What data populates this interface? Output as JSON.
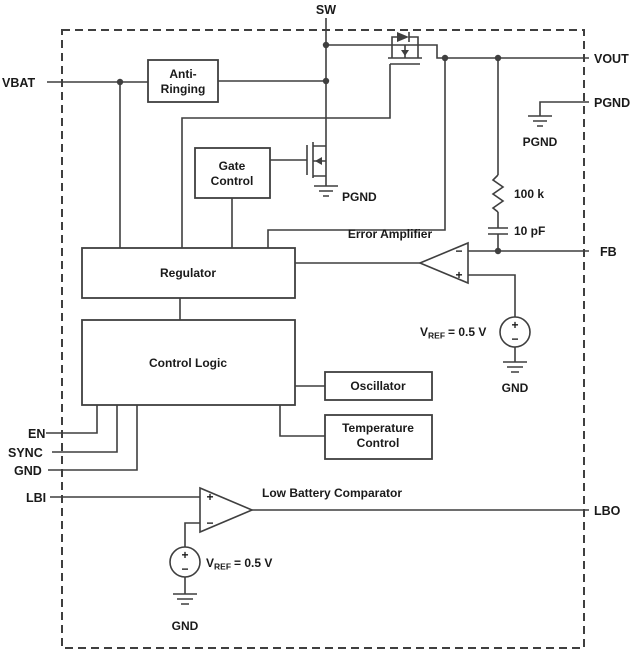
{
  "pins": {
    "sw": "SW",
    "vbat": "VBAT",
    "en": "EN",
    "sync": "SYNC",
    "gnd": "GND",
    "lbi": "LBI",
    "vout": "VOUT",
    "pgnd": "PGND",
    "fb": "FB",
    "lbo": "LBO"
  },
  "blocks": {
    "anti_ringing_l1": "Anti-",
    "anti_ringing_l2": "Ringing",
    "gate_control_l1": "Gate",
    "gate_control_l2": "Control",
    "regulator": "Regulator",
    "control_logic": "Control Logic",
    "oscillator": "Oscillator",
    "temp_control_l1": "Temperature",
    "temp_control_l2": "Control"
  },
  "labels": {
    "error_amplifier": "Error Amplifier",
    "low_battery_comparator": "Low Battery Comparator",
    "resistor": "100 k",
    "capacitor": "10 pF",
    "pgnd_switch": "PGND",
    "pgnd_right": "PGND",
    "gnd_error_amp": "GND",
    "gnd_comparator": "GND",
    "vref_v": "V",
    "vref_sub": "REF",
    "vref_eq": "= 0.5 V",
    "plus": "+",
    "minus": "−"
  },
  "colors": {
    "line": "#3f3f3f",
    "text": "#1a1a1a",
    "background": "#ffffff"
  }
}
